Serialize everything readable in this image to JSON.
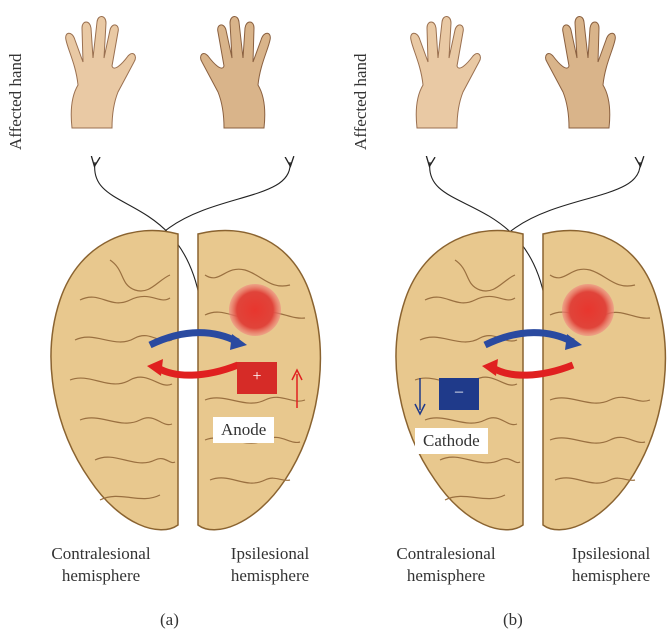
{
  "panels": [
    {
      "id": "a",
      "affected_label": "Affected hand",
      "left_hemisphere": [
        "Contralesional",
        "hemisphere"
      ],
      "right_hemisphere": [
        "Ipsilesional",
        "hemisphere"
      ],
      "electrode": {
        "label": "Anode",
        "symbol": "+",
        "color": "#d62b27"
      },
      "caption": "(a)"
    },
    {
      "id": "b",
      "affected_label": "Affected hand",
      "left_hemisphere": [
        "Contralesional",
        "hemisphere"
      ],
      "right_hemisphere": [
        "Ipsilesional",
        "hemisphere"
      ],
      "electrode": {
        "label": "Cathode",
        "symbol": "–",
        "color": "#1f3a8a"
      },
      "caption": "(b)"
    }
  ],
  "colors": {
    "brain_fill": "#e8c88e",
    "brain_stroke": "#8a6330",
    "lesion": "#e0322a",
    "transcallosal_blue": "#2a4aa0",
    "transcallosal_red": "#e02020",
    "hand_skin": "#e9c9a4"
  }
}
